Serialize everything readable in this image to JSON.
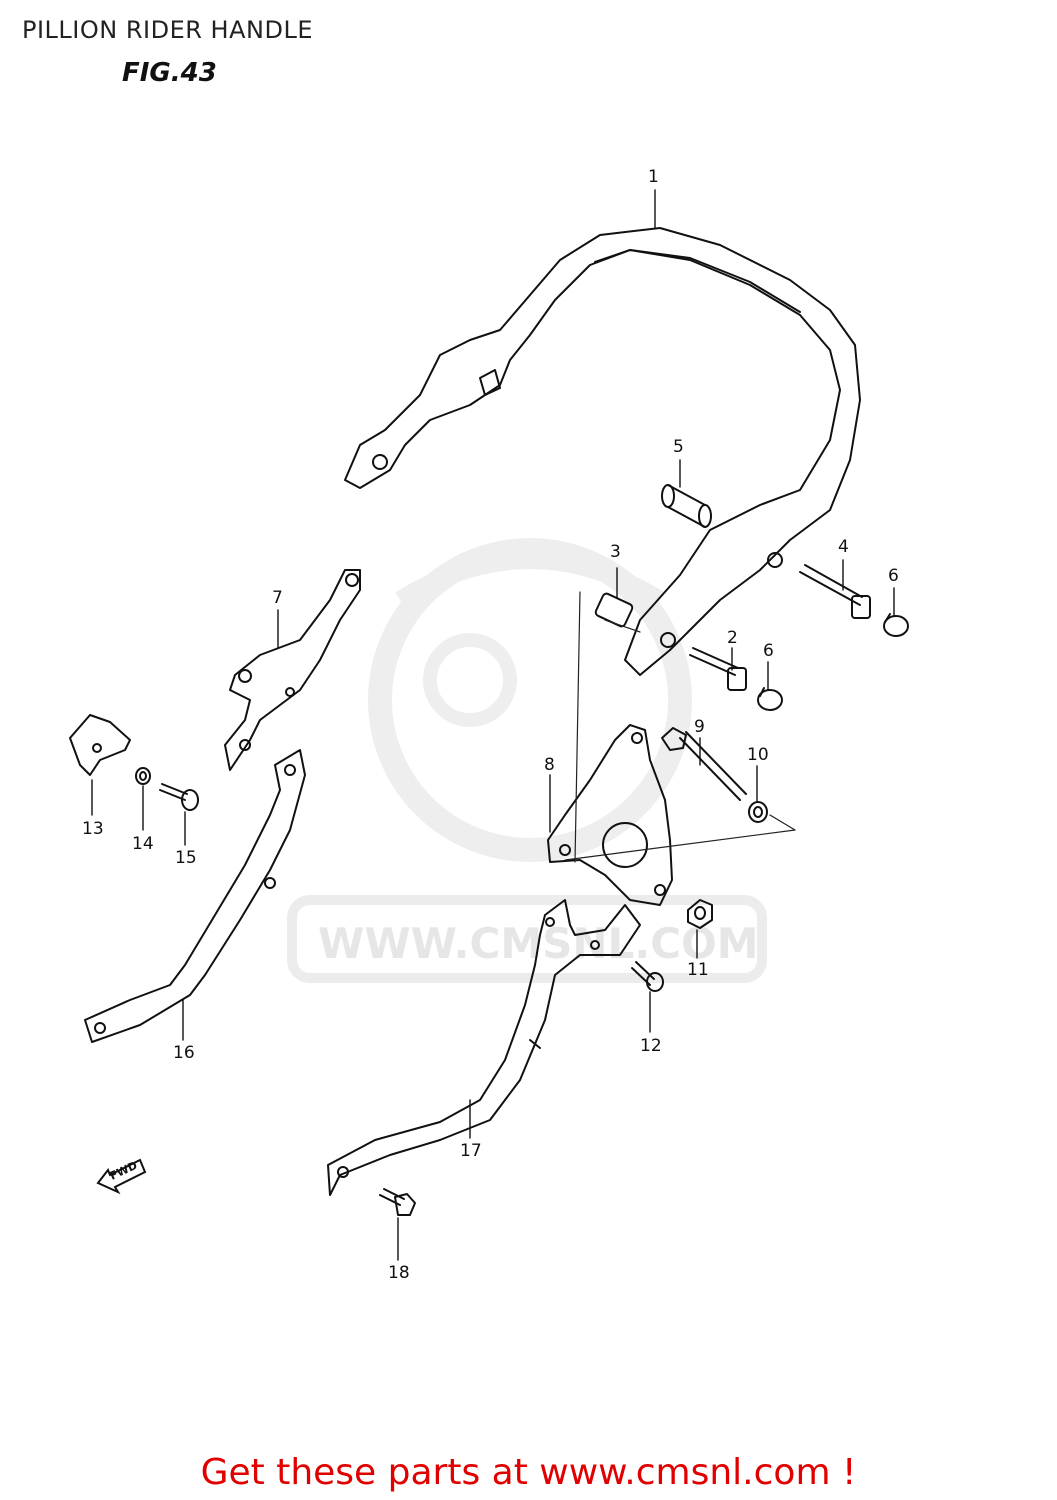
{
  "header": {
    "title": "PILLION RIDER HANDLE",
    "figure_label": "FIG.43"
  },
  "watermark": {
    "text": "WWW.CMSNL.COM"
  },
  "direction_marker": {
    "label": "FWD"
  },
  "callouts": [
    {
      "id": "c1",
      "label": "1"
    },
    {
      "id": "c2",
      "label": "2"
    },
    {
      "id": "c3",
      "label": "3"
    },
    {
      "id": "c4",
      "label": "4"
    },
    {
      "id": "c5",
      "label": "5"
    },
    {
      "id": "c6a",
      "label": "6"
    },
    {
      "id": "c6b",
      "label": "6"
    },
    {
      "id": "c7",
      "label": "7"
    },
    {
      "id": "c8",
      "label": "8"
    },
    {
      "id": "c9",
      "label": "9"
    },
    {
      "id": "c10",
      "label": "10"
    },
    {
      "id": "c11",
      "label": "11"
    },
    {
      "id": "c12",
      "label": "12"
    },
    {
      "id": "c13",
      "label": "13"
    },
    {
      "id": "c14",
      "label": "14"
    },
    {
      "id": "c15",
      "label": "15"
    },
    {
      "id": "c16",
      "label": "16"
    },
    {
      "id": "c17",
      "label": "17"
    },
    {
      "id": "c18",
      "label": "18"
    }
  ],
  "footer": {
    "text": "Get these parts at www.cmsnl.com !"
  }
}
